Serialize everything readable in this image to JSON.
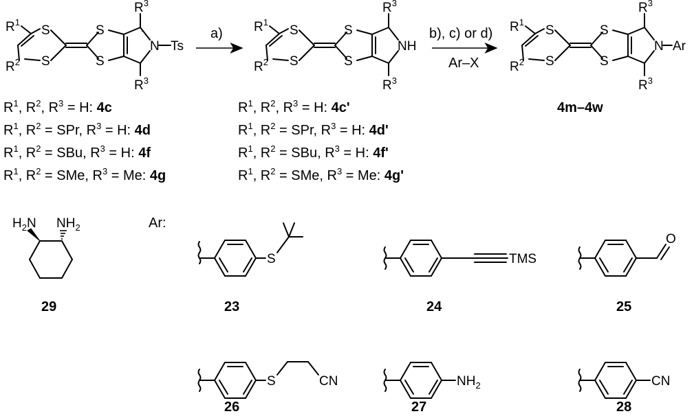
{
  "reaction": {
    "arrow1_condition": "a)",
    "arrow2_condition_top": "b), c) or d)",
    "arrow2_condition_bottom": "Ar–X",
    "product_label": "4m–4w"
  },
  "atoms": {
    "S": "S",
    "N": "N",
    "NH": "NH",
    "Ts": "Ts",
    "Ar": "Ar",
    "R": "R",
    "sup1": "1",
    "sup2": "2",
    "sup3": "3",
    "TMS": "TMS",
    "CN": "CN",
    "O": "O",
    "H": "H",
    "sub2": "2"
  },
  "start_list": [
    {
      "prefix": "R",
      "text": "1, R2, R3 = H: ",
      "bold": "4c"
    },
    {
      "prefix": "R",
      "text": "1, R2 = SPr, R3 = H: ",
      "bold": "4d"
    },
    {
      "prefix": "R",
      "text": "1, R2 = SBu, R3 = H: ",
      "bold": "4f"
    },
    {
      "prefix": "R",
      "text": "1, R2 = SMe, R3 = Me: ",
      "bold": "4g"
    }
  ],
  "start_lines": [
    {
      "a": "1",
      "b": ", R",
      "c": "2",
      "d": ", R",
      "e": "3",
      "f": " = H: ",
      "bold": "4c"
    },
    {
      "a": "1",
      "b": ", R",
      "c": "2",
      "d": " = SPr, R",
      "e": "3",
      "f": " = H: ",
      "bold": "4d"
    },
    {
      "a": "1",
      "b": ", R",
      "c": "2",
      "d": " = SBu, R",
      "e": "3",
      "f": " = H: ",
      "bold": "4f"
    },
    {
      "a": "1",
      "b": ", R",
      "c": "2",
      "d": " = SMe, R",
      "e": "3",
      "f": " = Me: ",
      "bold": "4g"
    }
  ],
  "mid_lines": [
    {
      "a": "1",
      "b": ", R",
      "c": "2",
      "d": ", R",
      "e": "3",
      "f": " = H: ",
      "bold": "4c'"
    },
    {
      "a": "1",
      "b": ", R",
      "c": "2",
      "d": " = SPr, R",
      "e": "3",
      "f": " = H: ",
      "bold": "4d'"
    },
    {
      "a": "1",
      "b": ", R",
      "c": "2",
      "d": " = SBu, R",
      "e": "3",
      "f": " = H: ",
      "bold": "4f'"
    },
    {
      "a": "1",
      "b": ", R",
      "c": "2",
      "d": " = SMe, R",
      "e": "3",
      "f": " = Me: ",
      "bold": "4g'"
    }
  ],
  "ar_label": "Ar:",
  "compounds": {
    "c29": "29",
    "c23": "23",
    "c24": "24",
    "c25": "25",
    "c26": "26",
    "c27": "27",
    "c28": "28"
  }
}
